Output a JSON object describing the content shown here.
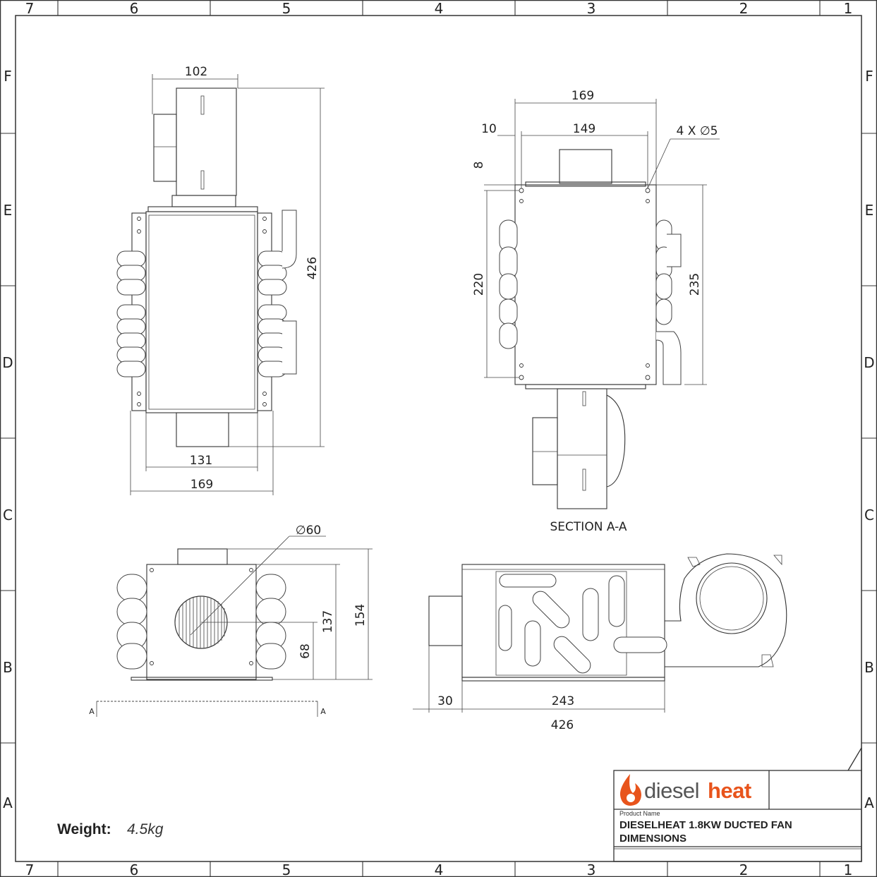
{
  "grid": {
    "columns": [
      "7",
      "6",
      "5",
      "4",
      "3",
      "2",
      "1"
    ],
    "rows": [
      "F",
      "E",
      "D",
      "C",
      "B",
      "A"
    ]
  },
  "front_view": {
    "dims": {
      "top_width": "102",
      "height": "426",
      "body_width": "131",
      "overall_width": "169"
    }
  },
  "section_view": {
    "dims": {
      "width": "169",
      "hole_spacing": "149",
      "offset": "10",
      "hole_note": "4 X ∅5",
      "top_offset": "8",
      "hole_height": "220",
      "height": "235"
    },
    "label": "SECTION A-A"
  },
  "end_view": {
    "dims": {
      "diameter": "∅60",
      "center_height": "68",
      "body_height": "137",
      "overall_height": "154"
    },
    "section_marker": "A"
  },
  "side_view": {
    "dims": {
      "inlet": "30",
      "body": "243",
      "overall": "426"
    }
  },
  "weight": {
    "label": "Weight:",
    "value": "4.5kg"
  },
  "title_block": {
    "brand_a": "diesel",
    "brand_b": "heat",
    "product_name_label": "Product Name",
    "product_title": "DIESELHEAT 1.8KW DUCTED FAN DIMENSIONS"
  },
  "colors": {
    "brand_orange": "#e8541c",
    "line": "#333333"
  }
}
